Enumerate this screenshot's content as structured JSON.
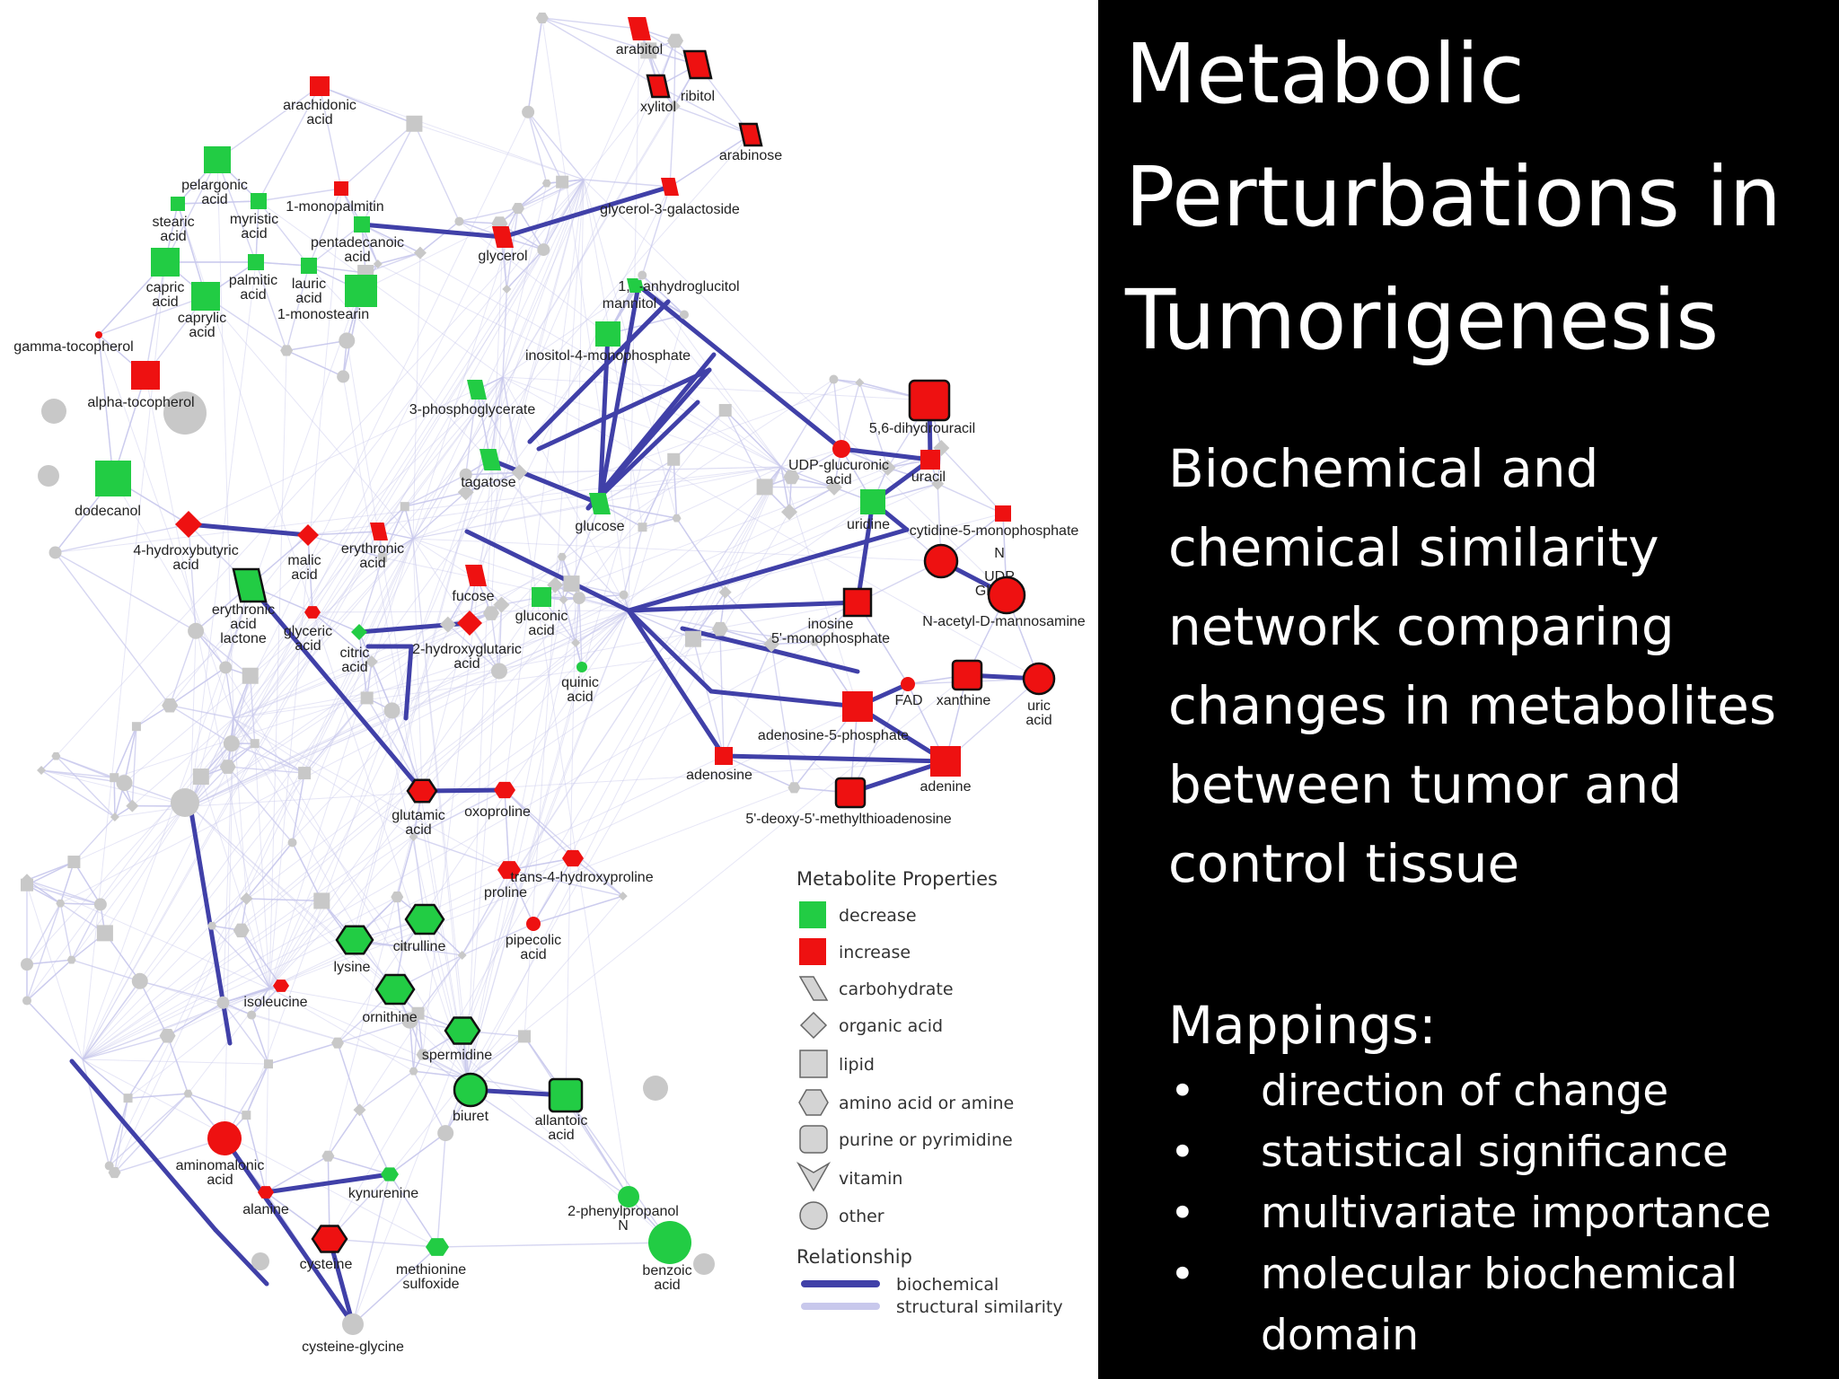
{
  "header": {
    "title_lines": [
      "Metabolic",
      "Perturbations in",
      "Tumorigenesis"
    ]
  },
  "description": {
    "lines": [
      "Biochemical and",
      "chemical similarity",
      "network comparing",
      "changes in metabolites",
      "between tumor and",
      "control tissue"
    ]
  },
  "mappings": {
    "title": "Mappings:",
    "items": [
      [
        "direction of change"
      ],
      [
        "statistical significance"
      ],
      [
        "multivariate importance"
      ],
      [
        "molecular biochemical",
        "domain"
      ]
    ]
  },
  "colors": {
    "background": "#000000",
    "panel": "#ffffff",
    "decrease": "#22cc44",
    "increase": "#ee1111",
    "other": "#c8c8c8",
    "biochemical_edge": "#4040a8",
    "structural_edge": "#c8c8ec"
  },
  "legend": {
    "title": "Metabolite Properties",
    "items": [
      {
        "label": "decrease",
        "icon": "green-square-icon"
      },
      {
        "label": "increase",
        "icon": "red-square-icon"
      },
      {
        "label": "carbohydrate",
        "icon": "parallelogram-icon"
      },
      {
        "label": "organic acid",
        "icon": "diamond-icon"
      },
      {
        "label": "lipid",
        "icon": "square-icon"
      },
      {
        "label": "amino acid or amine",
        "icon": "hexagon-icon"
      },
      {
        "label": "purine or pyrimidine",
        "icon": "rounded-square-icon"
      },
      {
        "label": "vitamin",
        "icon": "chevron-icon"
      },
      {
        "label": "other",
        "icon": "circle-icon"
      }
    ],
    "relationship_title": "Relationship",
    "relationships": [
      {
        "label": "biochemical",
        "icon": "thick-line-icon"
      },
      {
        "label": "structural similarity",
        "icon": "thin-line-icon"
      }
    ]
  },
  "network": {
    "nodes": [
      {
        "id": "arabitol",
        "lines": [
          "arabitol"
        ],
        "shape": "para",
        "color": "inc"
      },
      {
        "id": "ribitol",
        "lines": [
          "ribitol"
        ],
        "shape": "para",
        "color": "inc"
      },
      {
        "id": "xylitol",
        "lines": [
          "xylitol"
        ],
        "shape": "para",
        "color": "inc"
      },
      {
        "id": "arabinose",
        "lines": [
          "arabinose"
        ],
        "shape": "para",
        "color": "inc"
      },
      {
        "id": "glycerol3gal",
        "lines": [
          "glycerol-3-galactoside"
        ],
        "shape": "para",
        "color": "inc"
      },
      {
        "id": "glycerol",
        "lines": [
          "glycerol"
        ],
        "shape": "para",
        "color": "inc"
      },
      {
        "id": "anhydroglucitol",
        "lines": [
          "1,5-anhydroglucitol"
        ],
        "shape": "para",
        "color": "dec"
      },
      {
        "id": "mannitol",
        "lines": [
          "mannitol"
        ],
        "shape": "para",
        "color": "dec"
      },
      {
        "id": "inositol4p",
        "lines": [
          "inositol-4-monophosphate"
        ],
        "shape": "sq",
        "color": "dec"
      },
      {
        "id": "pg3",
        "lines": [
          "3-phosphoglycerate"
        ],
        "shape": "para",
        "color": "dec"
      },
      {
        "id": "tagatose",
        "lines": [
          "tagatose"
        ],
        "shape": "para",
        "color": "dec"
      },
      {
        "id": "glucose",
        "lines": [
          "glucose"
        ],
        "shape": "para",
        "color": "dec"
      },
      {
        "id": "arachidonic",
        "lines": [
          "arachidonic",
          "acid"
        ],
        "shape": "sq",
        "color": "inc"
      },
      {
        "id": "pelargonic",
        "lines": [
          "pelargonic",
          "acid"
        ],
        "shape": "sq",
        "color": "dec"
      },
      {
        "id": "monopalmitin",
        "lines": [
          "1-monopalmitin"
        ],
        "shape": "sq",
        "color": "inc"
      },
      {
        "id": "stearic",
        "lines": [
          "stearic",
          "acid"
        ],
        "shape": "sq",
        "color": "dec"
      },
      {
        "id": "myristic",
        "lines": [
          "myristic",
          "acid"
        ],
        "shape": "sq",
        "color": "dec"
      },
      {
        "id": "pentadecanoic",
        "lines": [
          "pentadecanoic",
          "acid"
        ],
        "shape": "sq",
        "color": "dec"
      },
      {
        "id": "capric",
        "lines": [
          "capric",
          "acid"
        ],
        "shape": "sq",
        "color": "dec"
      },
      {
        "id": "palmitic",
        "lines": [
          "palmitic",
          "acid"
        ],
        "shape": "sq",
        "color": "dec"
      },
      {
        "id": "lauric",
        "lines": [
          "lauric",
          "acid"
        ],
        "shape": "sq",
        "color": "dec"
      },
      {
        "id": "caprylic",
        "lines": [
          "caprylic",
          "acid"
        ],
        "shape": "sq",
        "color": "dec"
      },
      {
        "id": "monostearin",
        "lines": [
          "1-monostearin"
        ],
        "shape": "sq",
        "color": "dec"
      },
      {
        "id": "gammatoco",
        "lines": [
          "gamma-tocopherol"
        ],
        "shape": "dot",
        "color": "inc"
      },
      {
        "id": "alphatoco",
        "lines": [
          "alpha-tocopherol"
        ],
        "shape": "sq",
        "color": "inc"
      },
      {
        "id": "dodecanol",
        "lines": [
          "dodecanol"
        ],
        "shape": "sq",
        "color": "dec"
      },
      {
        "id": "hydroxybutyric",
        "lines": [
          "4-hydroxybutyric",
          "acid"
        ],
        "shape": "dia",
        "color": "inc"
      },
      {
        "id": "malic",
        "lines": [
          "malic",
          "acid"
        ],
        "shape": "dia",
        "color": "inc"
      },
      {
        "id": "erythronic",
        "lines": [
          "erythronic",
          "acid"
        ],
        "shape": "para",
        "color": "inc"
      },
      {
        "id": "erythroniclactone",
        "lines": [
          "erythronic",
          "acid",
          "lactone"
        ],
        "shape": "para",
        "color": "dec"
      },
      {
        "id": "glyceric",
        "lines": [
          "glyceric",
          "acid"
        ],
        "shape": "hex",
        "color": "inc"
      },
      {
        "id": "citric",
        "lines": [
          "citric",
          "acid"
        ],
        "shape": "dia",
        "color": "dec"
      },
      {
        "id": "fucose",
        "lines": [
          "fucose"
        ],
        "shape": "para",
        "color": "inc"
      },
      {
        "id": "hydroxyglutaric",
        "lines": [
          "2-hydroxyglutaric",
          "acid"
        ],
        "shape": "dia",
        "color": "inc"
      },
      {
        "id": "gluconic",
        "lines": [
          "gluconic",
          "acid"
        ],
        "shape": "sq",
        "color": "dec"
      },
      {
        "id": "quinic",
        "lines": [
          "quinic",
          "acid"
        ],
        "shape": "dot",
        "color": "dec"
      },
      {
        "id": "dihydrouracil",
        "lines": [
          "5,6-dihydrouracil"
        ],
        "shape": "rsq",
        "color": "inc"
      },
      {
        "id": "udpglucuronic",
        "lines": [
          "UDP-glucuronic",
          "acid"
        ],
        "shape": "circ",
        "color": "inc"
      },
      {
        "id": "uracil",
        "lines": [
          "uracil"
        ],
        "shape": "sq",
        "color": "inc"
      },
      {
        "id": "uridine",
        "lines": [
          "uridine"
        ],
        "shape": "sq",
        "color": "dec"
      },
      {
        "id": "cmp",
        "lines": [
          "cytidine-5-monophosphate"
        ],
        "shape": "sq",
        "color": "inc"
      },
      {
        "id": "udpglcnac",
        "lines": [
          "N",
          "UDP",
          "GlcNAc"
        ],
        "shape": "circ",
        "color": "inc"
      },
      {
        "id": "acetylmannosamine",
        "lines": [
          "N-acetyl-D-mannosamine"
        ],
        "shape": "circ",
        "color": "inc"
      },
      {
        "id": "inosine",
        "lines": [
          "inosine",
          "5'-monophosphate"
        ],
        "shape": "sq",
        "color": "inc"
      },
      {
        "id": "fad",
        "lines": [
          "FAD"
        ],
        "shape": "circ",
        "color": "inc"
      },
      {
        "id": "xanthine",
        "lines": [
          "xanthine"
        ],
        "shape": "rsq",
        "color": "inc"
      },
      {
        "id": "uric",
        "lines": [
          "uric",
          "acid"
        ],
        "shape": "circ",
        "color": "inc"
      },
      {
        "id": "amp",
        "lines": [
          "adenosine-5-phosphate"
        ],
        "shape": "sq",
        "color": "inc"
      },
      {
        "id": "adenosine",
        "lines": [
          "adenosine"
        ],
        "shape": "sq",
        "color": "inc"
      },
      {
        "id": "adenine",
        "lines": [
          "adenine"
        ],
        "shape": "sq",
        "color": "inc"
      },
      {
        "id": "mta",
        "lines": [
          "5'-deoxy-5'-methylthioadenosine"
        ],
        "shape": "rsq",
        "color": "inc"
      },
      {
        "id": "glutamic",
        "lines": [
          "glutamic",
          "acid"
        ],
        "shape": "hex",
        "color": "inc"
      },
      {
        "id": "oxoproline",
        "lines": [
          "oxoproline"
        ],
        "shape": "hex",
        "color": "inc"
      },
      {
        "id": "proline",
        "lines": [
          "proline"
        ],
        "shape": "hex",
        "color": "inc"
      },
      {
        "id": "hydroxyproline",
        "lines": [
          "trans-4-hydroxyproline"
        ],
        "shape": "hex",
        "color": "inc"
      },
      {
        "id": "citrulline",
        "lines": [
          "citrulline"
        ],
        "shape": "hex",
        "color": "dec"
      },
      {
        "id": "lysine",
        "lines": [
          "lysine"
        ],
        "shape": "hex",
        "color": "dec"
      },
      {
        "id": "pipecolic",
        "lines": [
          "pipecolic",
          "acid"
        ],
        "shape": "circ",
        "color": "inc"
      },
      {
        "id": "isoleucine",
        "lines": [
          "isoleucine"
        ],
        "shape": "hex",
        "color": "inc"
      },
      {
        "id": "ornithine",
        "lines": [
          "ornithine"
        ],
        "shape": "hex",
        "color": "dec"
      },
      {
        "id": "spermidine",
        "lines": [
          "spermidine"
        ],
        "shape": "hex",
        "color": "dec"
      },
      {
        "id": "biuret",
        "lines": [
          "biuret"
        ],
        "shape": "circ",
        "color": "dec"
      },
      {
        "id": "allantoic",
        "lines": [
          "allantoic",
          "acid"
        ],
        "shape": "rsq",
        "color": "dec"
      },
      {
        "id": "aminomalonic",
        "lines": [
          "aminomalonic",
          "acid"
        ],
        "shape": "circ",
        "color": "inc"
      },
      {
        "id": "alanine",
        "lines": [
          "alanine"
        ],
        "shape": "hex",
        "color": "inc"
      },
      {
        "id": "kynurenine",
        "lines": [
          "kynurenine"
        ],
        "shape": "hex",
        "color": "dec"
      },
      {
        "id": "phenylpropanol",
        "lines": [
          "2-phenylpropanol",
          "N"
        ],
        "shape": "circ",
        "color": "dec"
      },
      {
        "id": "cysteine",
        "lines": [
          "cysteine"
        ],
        "shape": "hex",
        "color": "inc"
      },
      {
        "id": "methionine",
        "lines": [
          "methionine",
          "sulfoxide"
        ],
        "shape": "hex",
        "color": "dec"
      },
      {
        "id": "benzoic",
        "lines": [
          "benzoic",
          "acid"
        ],
        "shape": "circ",
        "color": "dec"
      },
      {
        "id": "cysglycine",
        "lines": [
          "cysteine-glycine"
        ],
        "shape": "circ",
        "color": "other"
      }
    ]
  }
}
